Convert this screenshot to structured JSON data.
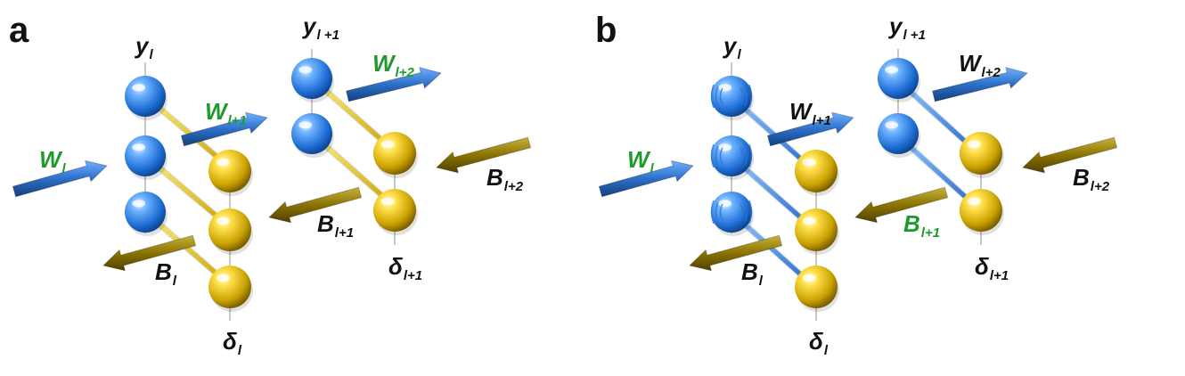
{
  "panels": [
    {
      "letter": "a",
      "labels": {
        "y_top": {
          "main": "y",
          "sub": "l"
        },
        "y_next": {
          "main": "y",
          "sub": "l +1"
        },
        "w_l": {
          "main": "W",
          "sub": "l"
        },
        "w_l1": {
          "main": "W",
          "sub": "l+1"
        },
        "w_l2": {
          "main": "W",
          "sub": "l+2"
        },
        "b_l": {
          "main": "B",
          "sub": "l"
        },
        "b_l1": {
          "main": "B",
          "sub": "l+1"
        },
        "b_l2": {
          "main": "B",
          "sub": "l+2"
        },
        "d_l": {
          "main": "δ",
          "sub": "l"
        },
        "d_l1": {
          "main": "δ",
          "sub": "l+1"
        }
      }
    },
    {
      "letter": "b",
      "labels": {
        "y_top": {
          "main": "y",
          "sub": "l"
        },
        "y_next": {
          "main": "y",
          "sub": "l +1"
        },
        "w_l": {
          "main": "W",
          "sub": "l"
        },
        "w_l1": {
          "main": "W",
          "sub": "l+1"
        },
        "w_l2": {
          "main": "W",
          "sub": "l+2"
        },
        "b_l": {
          "main": "B",
          "sub": "l"
        },
        "b_l1": {
          "main": "B",
          "sub": "l+1"
        },
        "b_l2": {
          "main": "B",
          "sub": "l+2"
        },
        "d_l": {
          "main": "δ",
          "sub": "l"
        },
        "d_l1": {
          "main": "δ",
          "sub": "l+1"
        }
      }
    }
  ],
  "colors": {
    "blue_node": "#2f7fe0",
    "gold_node": "#c9a800",
    "forward_arrow": "#2d6fc7",
    "backward_arrow": "#8a7300",
    "label_highlight": "#1f9a2c",
    "connection_a": "#e6c200",
    "connection_b": "#3b86dc"
  },
  "highlights": {
    "a": [
      "w_l",
      "w_l1",
      "w_l2"
    ],
    "b": [
      "w_l",
      "b_l1"
    ]
  }
}
